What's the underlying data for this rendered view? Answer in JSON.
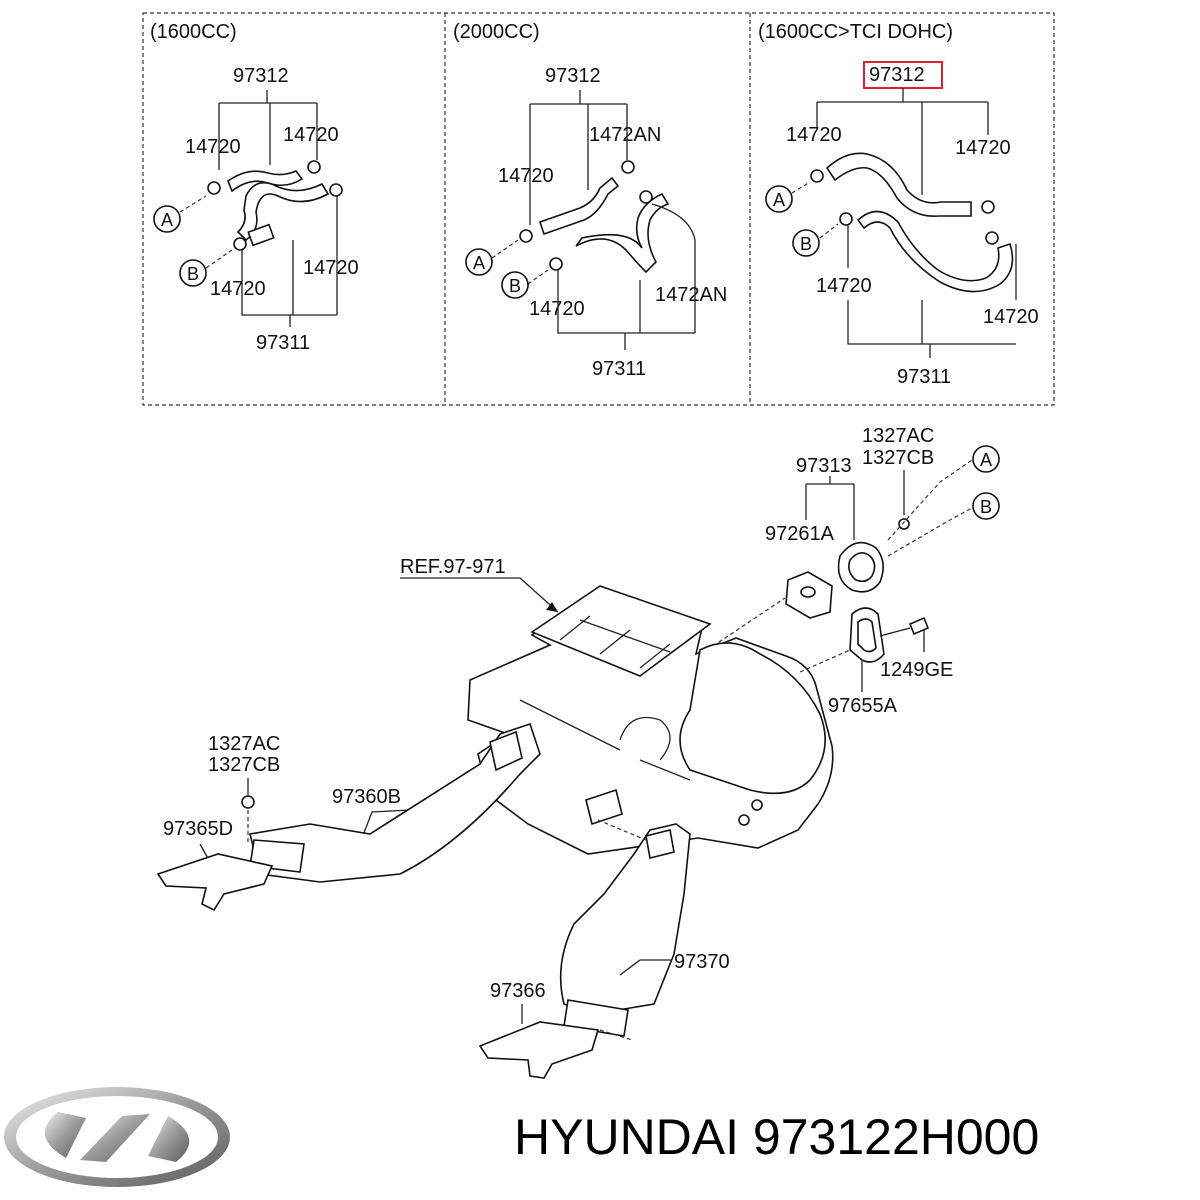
{
  "panels": [
    {
      "header": "(1600CC)",
      "labels": {
        "top": "97312",
        "l1": "14720",
        "r1": "14720",
        "l2": "14720",
        "r2": "14720",
        "bottom": "97311"
      },
      "circles": [
        "A",
        "B"
      ]
    },
    {
      "header": "(2000CC)",
      "labels": {
        "top": "97312",
        "l1": "14720",
        "r1": "1472AN",
        "l2": "14720",
        "r2": "1472AN",
        "bottom": "97311"
      },
      "circles": [
        "A",
        "B"
      ]
    },
    {
      "header": "(1600CC>TCI DOHC)",
      "labels": {
        "top": "97312",
        "l1": "14720",
        "r1": "14720",
        "l2": "14720",
        "r2": "14720",
        "bottom": "97311"
      },
      "circles": [
        "A",
        "B"
      ],
      "highlight": "97312",
      "highlight_color": "#d9232e"
    }
  ],
  "main": {
    "ref": "REF.97-971",
    "p97313": "97313",
    "p1327ac_top": "1327AC",
    "p1327cb_top": "1327CB",
    "circle_a": "A",
    "circle_b": "B",
    "p97261a": "97261A",
    "p1249ge": "1249GE",
    "p97655a": "97655A",
    "p1327ac_left": "1327AC",
    "p1327cb_left": "1327CB",
    "p97360b": "97360B",
    "p97365d": "97365D",
    "p97370": "97370",
    "p97366": "97366"
  },
  "footer": {
    "brand_text": "HYUNDAI 973122H000",
    "logo_icon": "hyundai-logo-icon"
  }
}
